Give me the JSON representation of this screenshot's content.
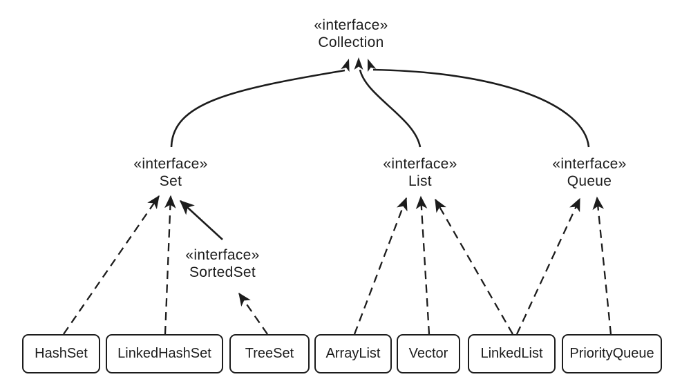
{
  "nodes": {
    "collection": {
      "stereotype": "«interface»",
      "name": "Collection"
    },
    "set": {
      "stereotype": "«interface»",
      "name": "Set"
    },
    "list": {
      "stereotype": "«interface»",
      "name": "List"
    },
    "queue": {
      "stereotype": "«interface»",
      "name": "Queue"
    },
    "sortedset": {
      "stereotype": "«interface»",
      "name": "SortedSet"
    },
    "hashset": {
      "label": "HashSet"
    },
    "linkedhashset": {
      "label": "LinkedHashSet"
    },
    "treeset": {
      "label": "TreeSet"
    },
    "arraylist": {
      "label": "ArrayList"
    },
    "vector": {
      "label": "Vector"
    },
    "linkedlist": {
      "label": "LinkedList"
    },
    "priorityqueue": {
      "label": "PriorityQueue"
    }
  },
  "edges": [
    {
      "from": "Set",
      "to": "Collection",
      "line": "solid"
    },
    {
      "from": "List",
      "to": "Collection",
      "line": "solid"
    },
    {
      "from": "Queue",
      "to": "Collection",
      "line": "solid"
    },
    {
      "from": "SortedSet",
      "to": "Set",
      "line": "solid"
    },
    {
      "from": "HashSet",
      "to": "Set",
      "line": "dashed"
    },
    {
      "from": "LinkedHashSet",
      "to": "Set",
      "line": "dashed"
    },
    {
      "from": "TreeSet",
      "to": "SortedSet",
      "line": "dashed"
    },
    {
      "from": "ArrayList",
      "to": "List",
      "line": "dashed"
    },
    {
      "from": "Vector",
      "to": "List",
      "line": "dashed"
    },
    {
      "from": "LinkedList",
      "to": "List",
      "line": "dashed"
    },
    {
      "from": "LinkedList",
      "to": "Queue",
      "line": "dashed"
    },
    {
      "from": "PriorityQueue",
      "to": "Queue",
      "line": "dashed"
    }
  ],
  "colors": {
    "line": "#1c1c1c",
    "background": "#ffffff"
  }
}
